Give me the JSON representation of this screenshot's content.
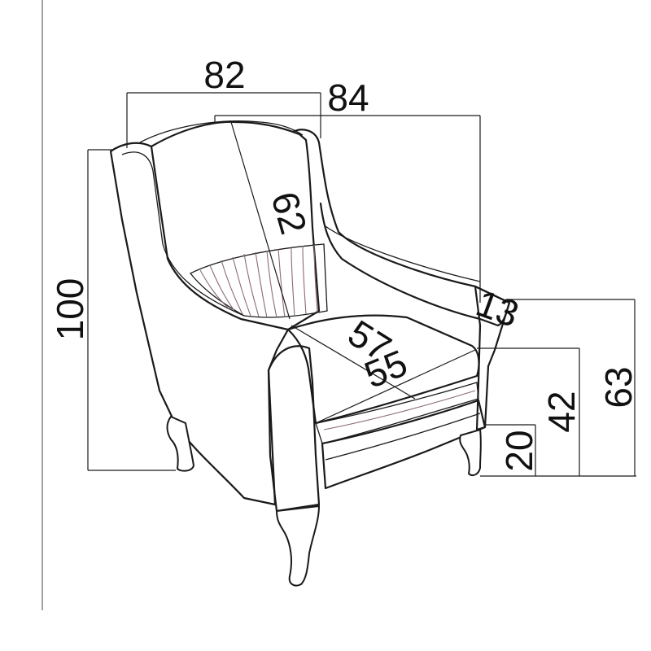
{
  "dimensions": {
    "width_top": "82",
    "width_overall": "84",
    "backrest_height": "62",
    "overall_height": "100",
    "armrest_width": "13",
    "seat_depth": "57",
    "seat_width": "55",
    "arm_height": "63",
    "seat_height": "42",
    "leg_height": "20"
  },
  "colors": {
    "line": "#1a1a1a",
    "pleat": "#8a6a7a",
    "background": "#ffffff"
  }
}
